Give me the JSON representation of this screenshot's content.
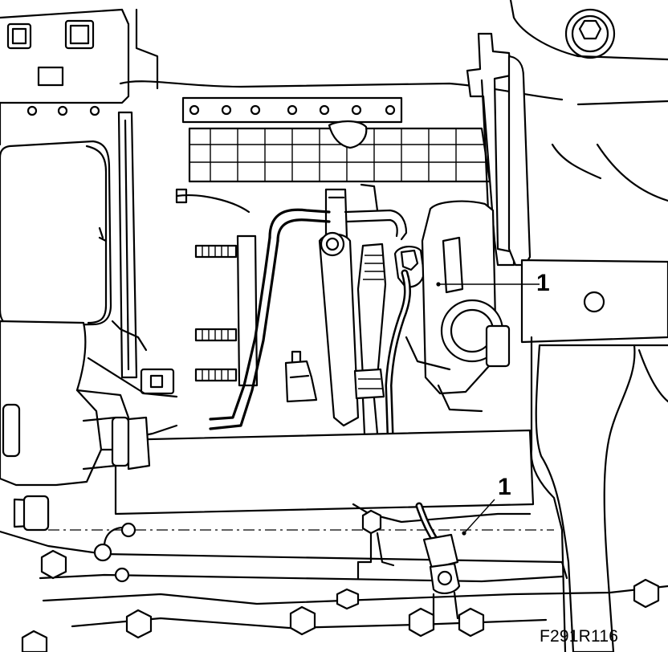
{
  "figure": {
    "reference": "F291R116",
    "callouts": [
      {
        "label": "1"
      },
      {
        "label": "1"
      }
    ]
  }
}
